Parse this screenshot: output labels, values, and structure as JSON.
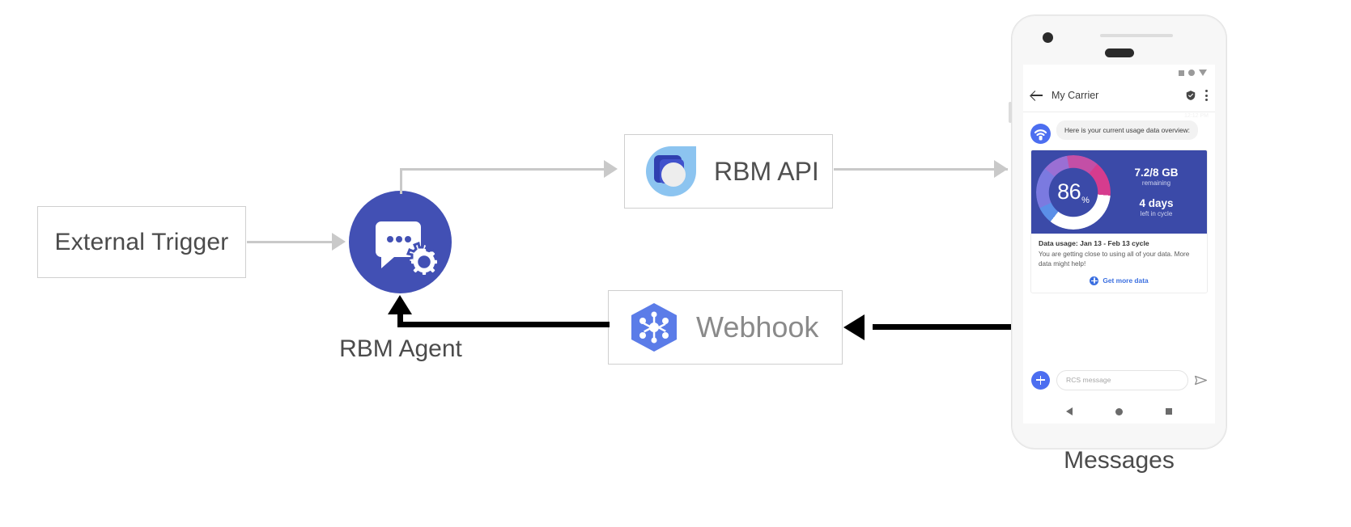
{
  "diagram": {
    "nodes": {
      "external_trigger": {
        "label": "External Trigger"
      },
      "rbm_agent": {
        "label": "RBM Agent",
        "icon": "chat-gear-icon",
        "color": "#4250b4"
      },
      "rbm_api": {
        "label": "RBM API",
        "icon": "rbm-api-icon"
      },
      "webhook": {
        "label": "Webhook",
        "icon": "webhook-hexagon-icon"
      },
      "messages": {
        "label": "Messages"
      }
    },
    "edges": [
      {
        "from": "external_trigger",
        "to": "rbm_agent",
        "style": "grey-arrow"
      },
      {
        "from": "rbm_agent",
        "to": "rbm_api",
        "style": "grey-arrow"
      },
      {
        "from": "rbm_api",
        "to": "messages",
        "style": "grey-arrow"
      },
      {
        "from": "messages",
        "to": "webhook",
        "style": "black-arrow"
      },
      {
        "from": "webhook",
        "to": "rbm_agent",
        "style": "black-arrow"
      }
    ],
    "colors": {
      "connector_grey": "#c9c9c9",
      "connector_black": "#000000",
      "agent_blue": "#4250b4"
    }
  },
  "phone": {
    "status_bar": {
      "icons": [
        "square-icon",
        "circle-icon",
        "triangle-down-icon"
      ]
    },
    "app_bar": {
      "back": "back-arrow-icon",
      "title": "My Carrier",
      "verified": "shield-check-icon",
      "menu": "kebab-menu-icon",
      "timestamp": "12:12 PM"
    },
    "conversation": {
      "avatar_icon": "carrier-signal-icon",
      "bubble_text": "Here is your current usage data overview:",
      "card": {
        "donut": {
          "value": "86",
          "unit": "%"
        },
        "stats": [
          {
            "big": "7.2/8 GB",
            "sub": "remaining"
          },
          {
            "big": "4 days",
            "sub": "left in cycle"
          }
        ],
        "title": "Data usage: Jan 13 - Feb 13 cycle",
        "description": "You are getting close to using all of your data. More data might help!",
        "action": {
          "icon": "globe-icon",
          "label": "Get more data"
        }
      }
    },
    "composer": {
      "plus": "plus-icon",
      "placeholder": "RCS message",
      "send": "send-icon"
    },
    "nav_bar": {
      "back": "nav-back-icon",
      "home": "nav-home-icon",
      "recent": "nav-recent-icon"
    }
  }
}
